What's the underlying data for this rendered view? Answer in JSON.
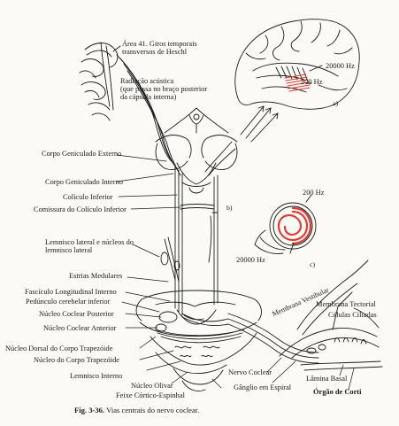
{
  "labels": {
    "area41": [
      "Área 41. Giros temporais",
      "transversos de Heschl"
    ],
    "radiacao": [
      "Radiação acústica",
      "(que passa no braço posterior",
      "da cápsula interna)"
    ],
    "geniculado_externo": "Corpo Geniculado Externo",
    "geniculado_interno": "Corpo Geniculado Interno",
    "colliculo_inferior": "Colículo Inferior",
    "comissura": "Comissura do Colículo Inferior",
    "lemnisco_lateral": [
      "Lemnisco lateral e núcleos do",
      "lemnisco lateral"
    ],
    "estrias": "Estrias Medulares",
    "fasciculo": "Fascículo Longitudinal Interno",
    "pedunculo": "Pedúnculo cerebelar inferior",
    "coclear_posterior": "Núcleo Coclear Posterior",
    "coclear_anterior": "Núcleo Coclear Anterior",
    "dorsal_trapezoide": "Núcleo Dorsal do Corpo Trapezóide",
    "corpo_trapezoide": "Núcleo do Corpo Trapezóide",
    "lemnisco_interno": "Lemnisco Interno",
    "olivar": "Núcleo Olivar",
    "cortico": "Feixe Córtico-Espinhal",
    "nervo_coclear": "Nervo Coclear",
    "ganglio": "Gânglio em Espiral",
    "lamina_basal": "Lâmina Basal",
    "orgao_corti": "Órgão de Corti",
    "membrana_vestibular": "Membrana Vestibular",
    "membrana_tectorial": "Membrana Tectorial",
    "celulas_ciliadas": "Células Ciliadas",
    "hz_20000_top": "20000 Hz",
    "hz_200_top": "200 Hz",
    "panel_a": "a)",
    "panel_b": "b)",
    "hz_200_spiral": "200 Hz",
    "hz_20000_spiral": "20000 Hz",
    "panel_c": "c)"
  },
  "caption": {
    "number": "Fig. 3-36.",
    "text": "Vias centrais do nervo coclear."
  },
  "colors": {
    "ink": "#1b1b1b",
    "highlight": "#d8403a",
    "paper": "#fbfaf6"
  }
}
